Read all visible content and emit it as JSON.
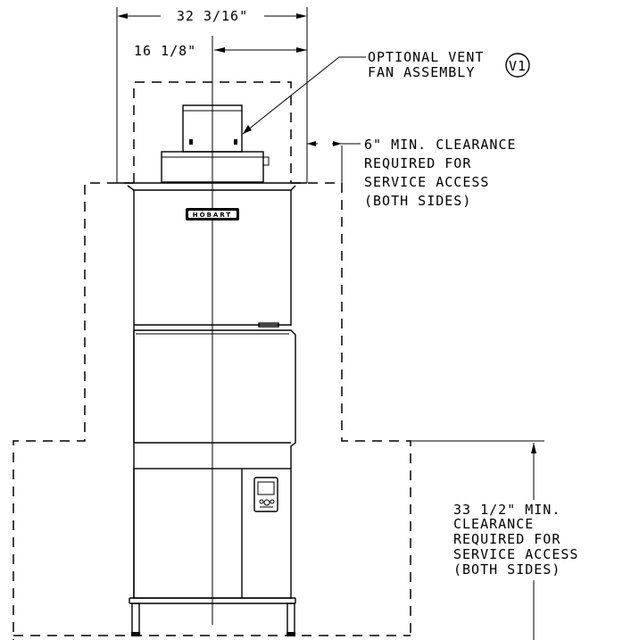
{
  "dimensions": {
    "overall_width": "32 3/16\"",
    "center_offset": "16 1/8\""
  },
  "callouts": {
    "vent_line1": "OPTIONAL VENT",
    "vent_line2": "FAN ASSEMBLY",
    "vent_tag": "V1",
    "side_clearance": [
      "6\" MIN. CLEARANCE",
      "REQUIRED FOR",
      "SERVICE ACCESS",
      "(BOTH SIDES)"
    ],
    "front_clearance": [
      "33 1/2\" MIN.",
      "CLEARANCE",
      "REQUIRED FOR",
      "SERVICE ACCESS",
      "(BOTH SIDES)"
    ]
  },
  "machine": {
    "logo": "HOBART"
  }
}
